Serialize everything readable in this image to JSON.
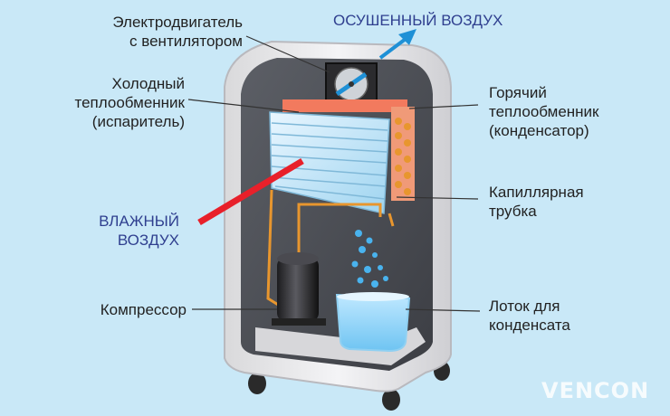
{
  "labels": {
    "motor": [
      "Электродвигатель",
      "с вентилятором"
    ],
    "dry_air": "ОСУШЕННЫЙ ВОЗДУХ",
    "cold_exchanger": [
      "Холодный",
      "теплообменник",
      "(испаритель)"
    ],
    "hot_exchanger": [
      "Горячий",
      "теплообменник",
      "(конденсатор)"
    ],
    "capillary": [
      "Капиллярная",
      "трубка"
    ],
    "humid_air": [
      "ВЛАЖНЫЙ",
      "ВОЗДУХ"
    ],
    "compressor": "Компрессор",
    "tray": [
      "Лоток для",
      "конденсата"
    ]
  },
  "logo": "VENCON",
  "colors": {
    "background": "#c9e8f7",
    "label_text": "#222222",
    "air_label": "#2f3f8f",
    "dry_air_arrow": "#1e90d6",
    "humid_air_bar": "#e8202a",
    "pipe": "#e8962e",
    "condenser": "#f08a6a",
    "water": "#49b3ee"
  },
  "icons": {
    "fan": "fan-icon",
    "arrow": "arrow-up-right-icon"
  }
}
